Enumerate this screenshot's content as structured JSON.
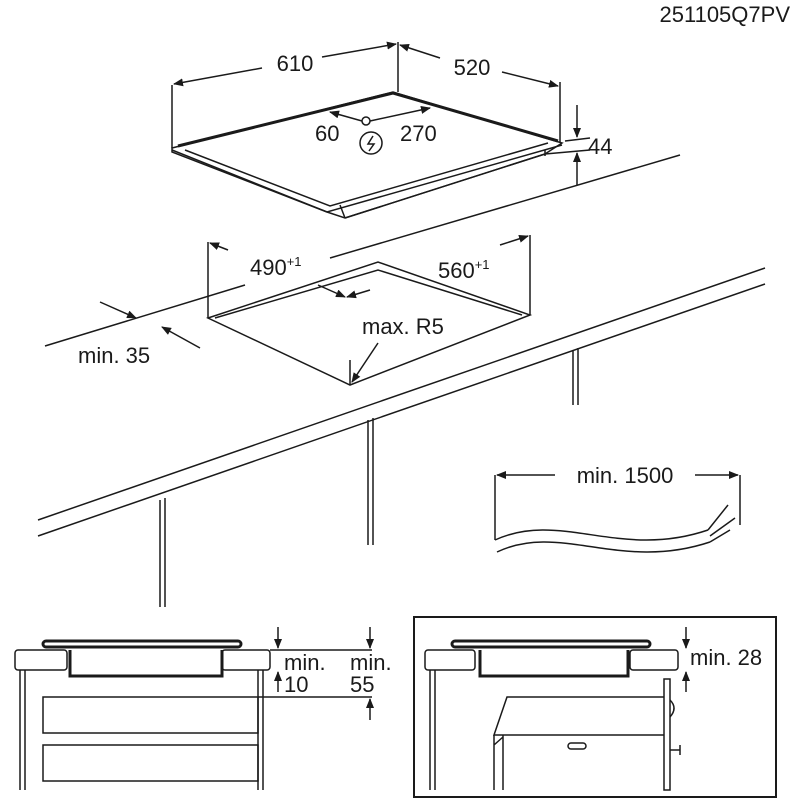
{
  "code": "251105Q7PV",
  "hob": {
    "width": "610",
    "depth": "520",
    "height": "44",
    "conn_left": "60",
    "conn_right": "270"
  },
  "cutout": {
    "depth": "490",
    "depth_tol": "+1",
    "width": "560",
    "width_tol": "+1",
    "front_margin": "min. 35",
    "radius": "max. R5"
  },
  "cable": {
    "length": "min. 1500"
  },
  "section_left": {
    "gap_label": "min.",
    "gap_value": "10",
    "space_label": "min.",
    "space_value": "55"
  },
  "section_right": {
    "gap": "min. 28"
  },
  "colors": {
    "line": "#1a1a1a",
    "background": "#ffffff"
  }
}
